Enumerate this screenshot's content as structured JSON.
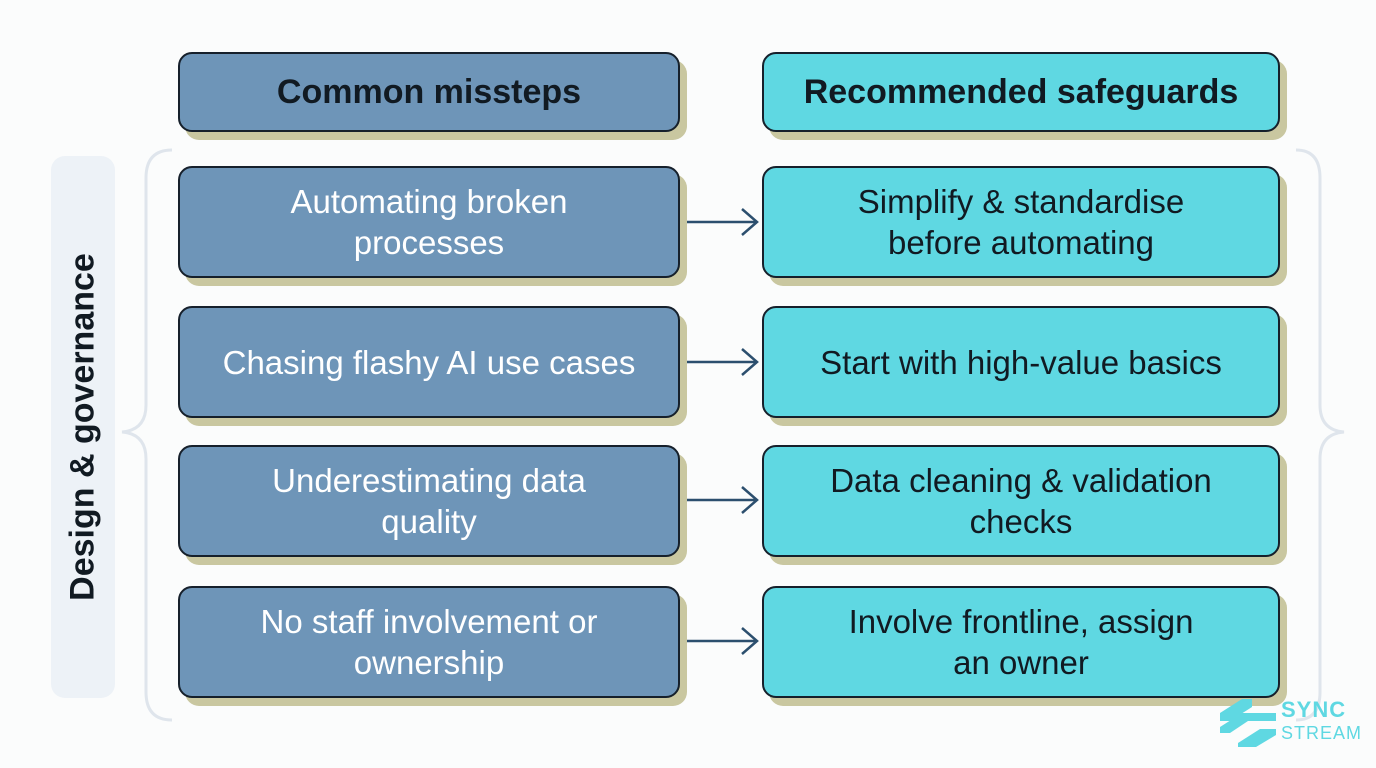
{
  "headers": {
    "missteps": "Common missteps",
    "safeguards": "Recommended safeguards"
  },
  "sidebar": {
    "label": "Design & governance"
  },
  "rows": [
    {
      "misstep_line1": "Automating broken",
      "misstep_line2": "processes",
      "safeguard_line1": "Simplify & standardise",
      "safeguard_line2": "before automating"
    },
    {
      "misstep_line1": "Chasing flashy AI use cases",
      "misstep_line2": "",
      "safeguard_line1": "Start with high-value basics",
      "safeguard_line2": ""
    },
    {
      "misstep_line1": "Underestimating data",
      "misstep_line2": "quality",
      "safeguard_line1": "Data cleaning & validation",
      "safeguard_line2": "checks"
    },
    {
      "misstep_line1": "No staff involvement or",
      "misstep_line2": "ownership",
      "safeguard_line1": "Involve frontline, assign",
      "safeguard_line2": "an owner"
    }
  ],
  "logo": {
    "line1": "SYNC",
    "line2": "STREAM",
    "color": "#5fd8e2"
  },
  "colors": {
    "misstep_fill": "#6e95b8",
    "safeguard_fill": "#5fd8e2",
    "arrow": "#2c4f6e",
    "bracket": "#dfe5ec"
  }
}
